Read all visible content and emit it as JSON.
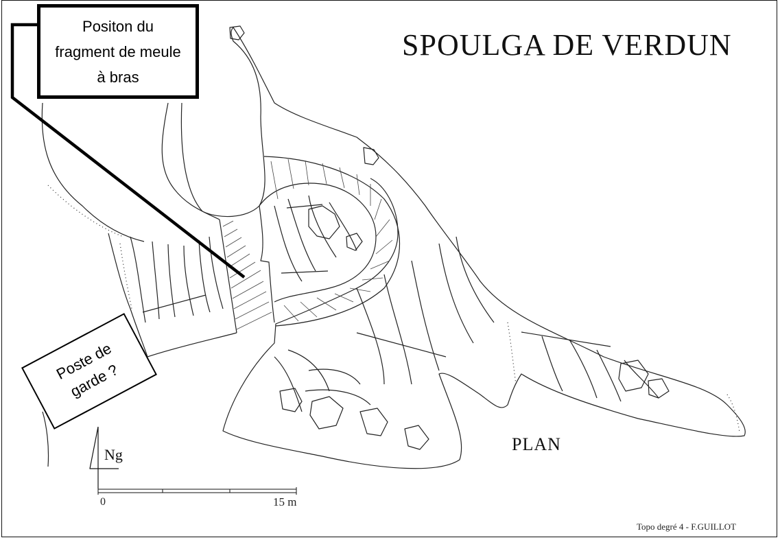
{
  "title": "SPOULGA DE VERDUN",
  "plan_label": "PLAN",
  "credit": "Topo degré 4 - F.GUILLOT",
  "callouts": {
    "fragment": "Positon du fragment de meule à bras",
    "guard_post": "Poste de garde ?"
  },
  "north": {
    "label": "Ng"
  },
  "scale": {
    "start": "0",
    "end": "15 m"
  }
}
